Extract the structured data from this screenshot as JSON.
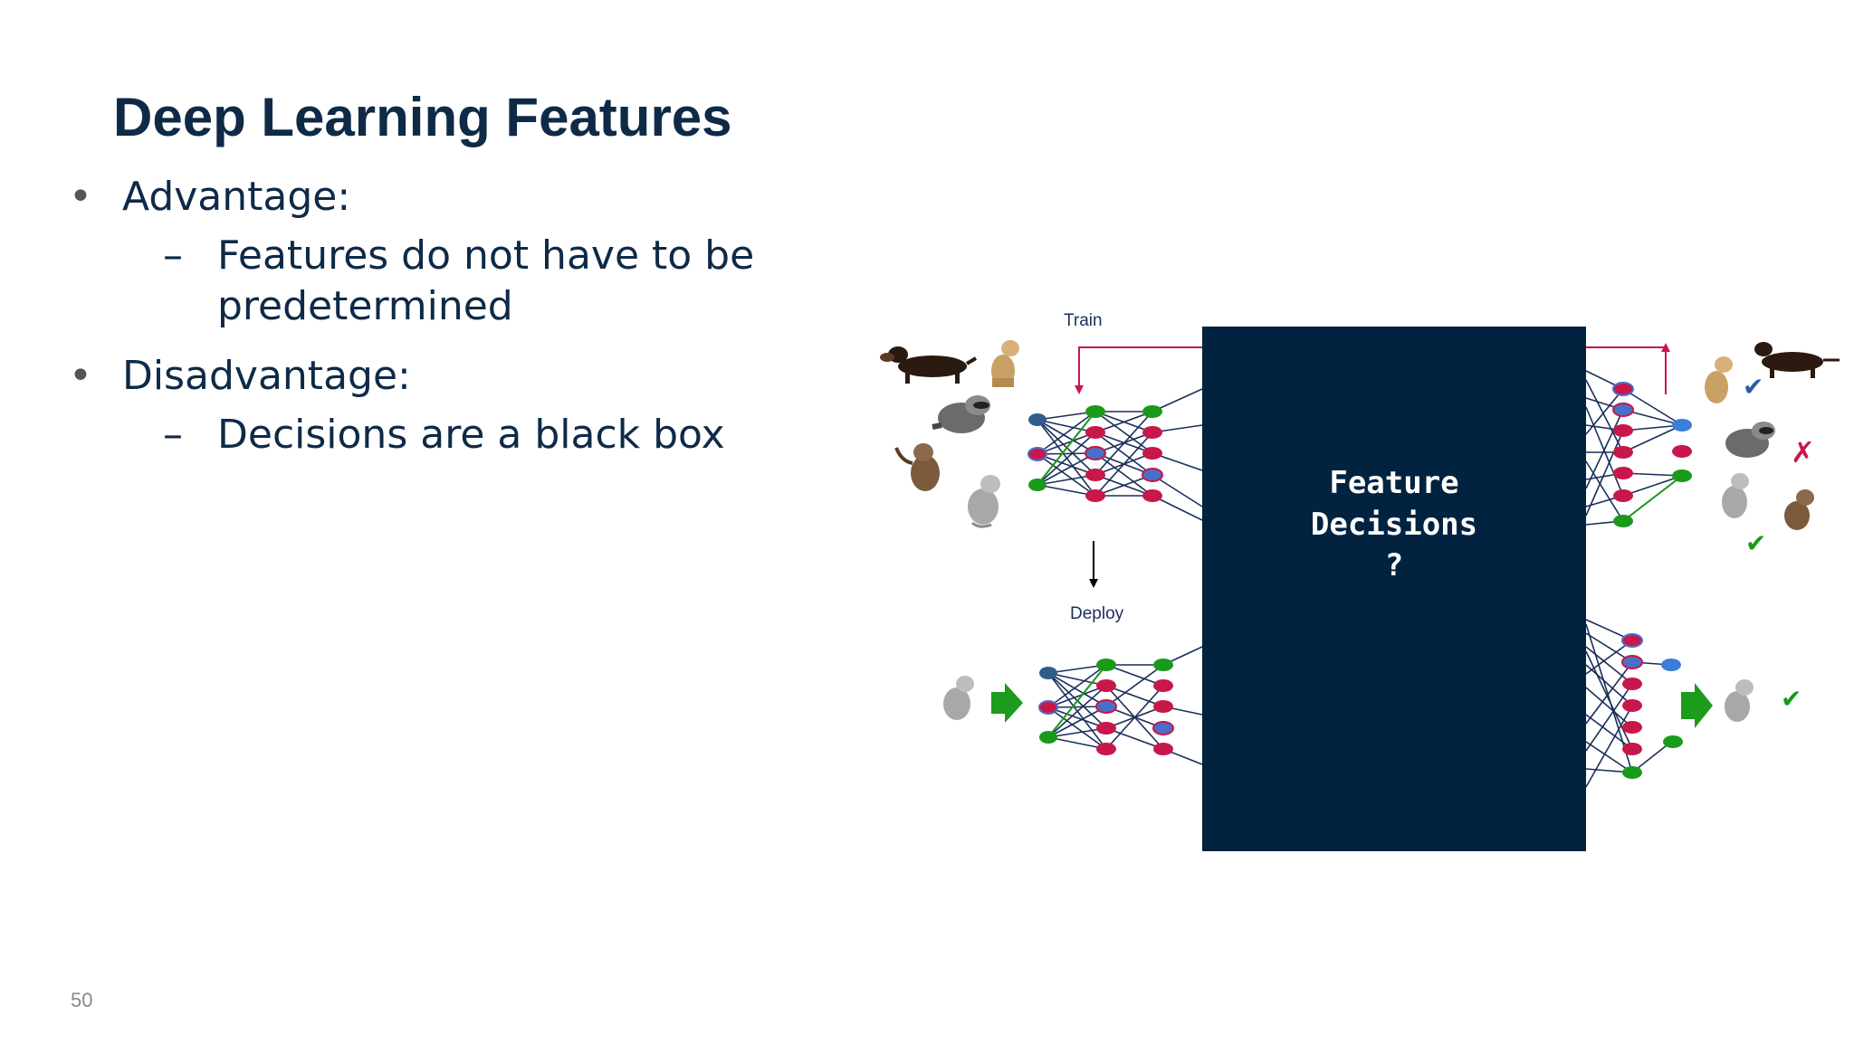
{
  "slide": {
    "title": "Deep Learning Features",
    "page_number": "50"
  },
  "bullets": [
    {
      "text": "Advantage:",
      "sub": [
        "Features do not have to be",
        "predetermined"
      ]
    },
    {
      "text": "Disadvantage:",
      "sub": [
        "Decisions are a black box"
      ]
    }
  ],
  "markers": {
    "bullet": "•",
    "dash": "–"
  },
  "diagram": {
    "train_label": "Train",
    "deploy_label": "Deploy",
    "box_line1": "Feature",
    "box_line2": "Decisions",
    "box_line3": "?",
    "check_mark": "✔",
    "cross_mark": "✗",
    "colors": {
      "box": "#012340",
      "node_red": "#c8174b",
      "node_green": "#1a9a1a",
      "node_blue": "#4a6fc9",
      "edge": "#1a2f5a",
      "train_arrow": "#c8174b",
      "arrow_green": "#1c9b1c"
    }
  }
}
